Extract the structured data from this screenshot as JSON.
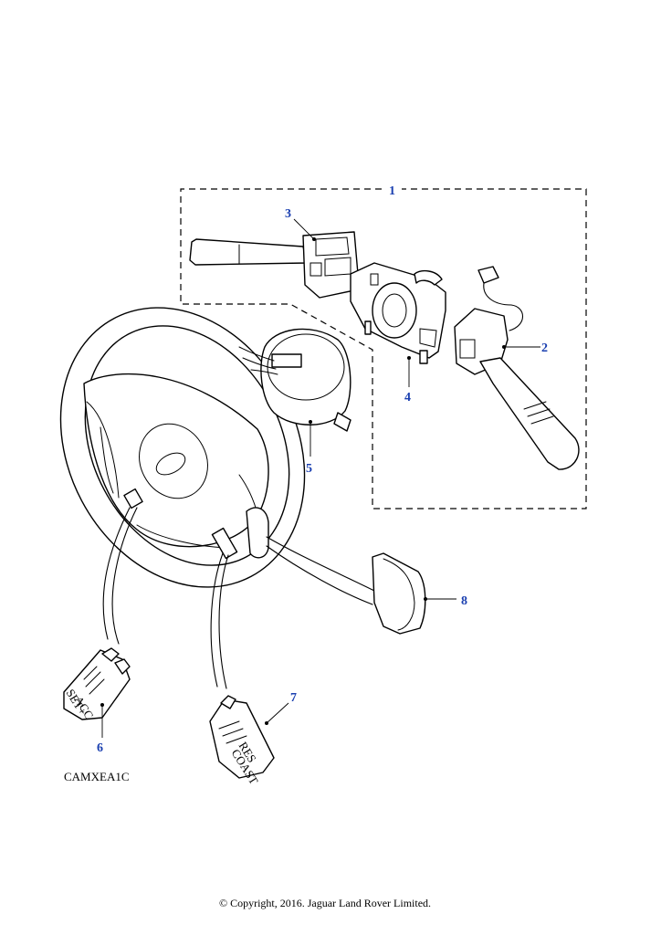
{
  "callouts": {
    "c1": "1",
    "c2": "2",
    "c3": "3",
    "c4": "4",
    "c5": "5",
    "c6": "6",
    "c7": "7",
    "c8": "8"
  },
  "switch_labels": {
    "set_plus": "SET+",
    "acc": "ACC",
    "res": "RES",
    "coast": "COAST"
  },
  "reference_code": "CAMXEA1C",
  "copyright": "© Copyright, 2016. Jaguar Land Rover Limited.",
  "colors": {
    "callout": "#1a3fb0",
    "line": "#000000",
    "background": "#ffffff"
  }
}
